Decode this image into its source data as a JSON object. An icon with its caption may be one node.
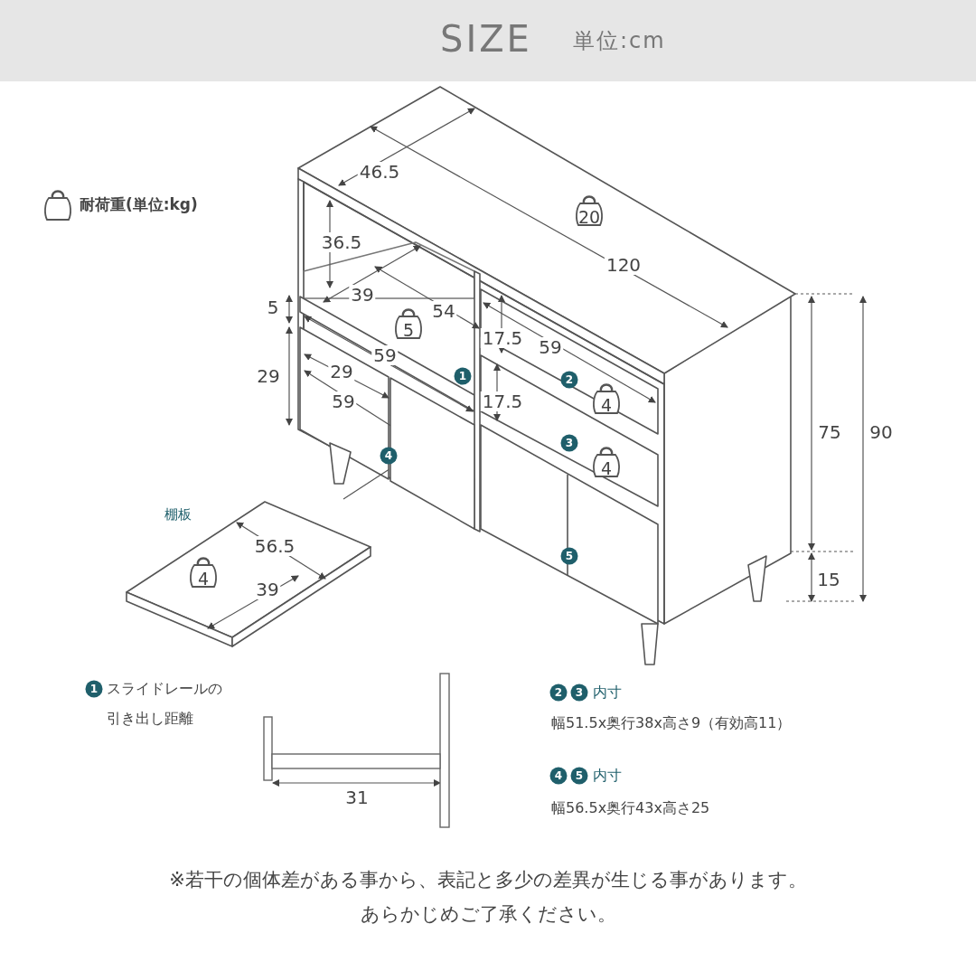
{
  "diagram": {
    "title": "SIZE",
    "nodes": [
      {
        "text": [
          "棚板"
        ]
      },
      {
        "text": [],
        "shape": "box"
      }
    ],
    "edges": [
      {
        "from": 0,
        "to": 1,
        "arrow": "none"
      }
    ],
    "labels": [
      "単位:cm",
      "耐荷重(単位:kg)",
      "46.5",
      "36.5",
      "20",
      "120",
      "39",
      "54",
      "5",
      "5",
      "17.5",
      "59",
      "59",
      "29",
      "1",
      "29",
      "59",
      "2",
      "4",
      "17.5",
      "75",
      "90",
      "3",
      "4",
      "4",
      "56.5",
      "5",
      "4",
      "15",
      "39",
      "1",
      "スライドレールの引き出し距離",
      "31",
      "2",
      "3",
      "内寸",
      "幅51.5x奥行38x高さ9（有効高11）",
      "4",
      "5",
      "内寸",
      "幅56.5x奥行43x高さ25",
      "※若干の個体差がある事から、表記と多少の差異が生じる事があります。あらかじめご了承ください。"
    ]
  }
}
